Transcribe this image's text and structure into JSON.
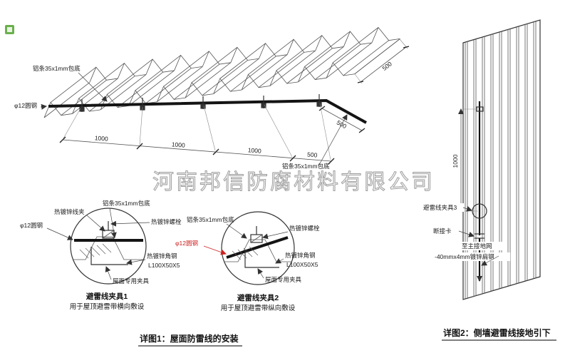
{
  "watermark": "河南邦信防腐材料有限公司",
  "roof": {
    "label_alum_top": "铝条35x1mm包底",
    "label_round_steel": "φ12圆钢",
    "label_alum_right": "铝条35x1mm包底",
    "dim_1": "1000",
    "dim_2": "1000",
    "dim_3": "1000",
    "dim_4": "500",
    "dim_depth": "500",
    "dim_bend": "500"
  },
  "detail1": {
    "title": "避雷线夹具1",
    "subtitle": "用于屋顶避雷带横向敷设",
    "label_wire_clip": "热镀锌线夹",
    "label_alum": "铝条35x1mm包底",
    "label_bolt": "热镀锌螺栓",
    "label_round_steel": "φ12圆钢",
    "label_angle_steel": "热镀锌角钢",
    "label_angle_size": "L100X50X5",
    "label_fixture": "屋面专用夹具"
  },
  "detail2": {
    "title": "避雷线夹具2",
    "subtitle": "用于屋顶避雷带纵向敷设",
    "label_alum": "铝条35x1mm包底",
    "label_bolt": "热镀锌螺栓",
    "label_round_steel": "φ12圆钢",
    "label_angle_steel": "热镀锌角钢",
    "label_angle_size": "L100X50X5",
    "label_fixture": "屋面专用夹具"
  },
  "wall": {
    "dim_spacing": "1000",
    "label_clamp3": "避雷线夹具3",
    "label_disconnect": "断接卡",
    "label_to_ground": "至主接地网",
    "label_flat_steel": "-40mmx4mm镀锌扁钢"
  },
  "captions": {
    "detail1": "详图1：屋面防雷线的安装",
    "detail2": "详图2：侧墙避雷线接地引下"
  },
  "colors": {
    "line": "#333333",
    "wire": "#141414",
    "accent_red": "#cc2222",
    "watermark_gray": "#9a9a9a"
  }
}
